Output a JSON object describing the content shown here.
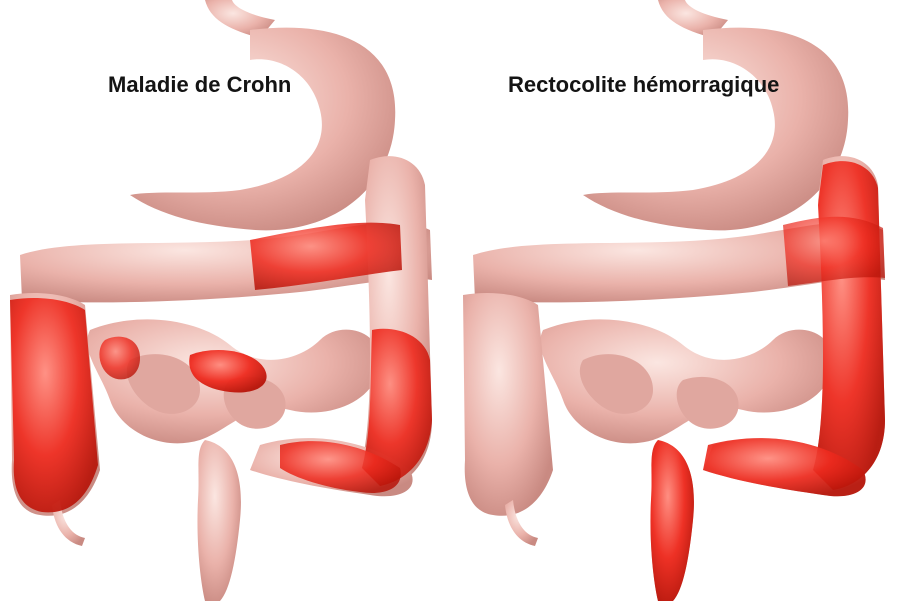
{
  "panels": [
    {
      "label": "Maladie de Crohn",
      "region": "inflamed-patches-throughout-intestine"
    },
    {
      "label": "Rectocolite hémorragique",
      "region": "inflamed-colon-and-rectum"
    }
  ],
  "colors": {
    "healthy_tissue": "#ecb4ad",
    "healthy_highlight": "#f7dcd6",
    "inflamed_tissue": "#ee2a1e",
    "background": "#ffffff"
  }
}
